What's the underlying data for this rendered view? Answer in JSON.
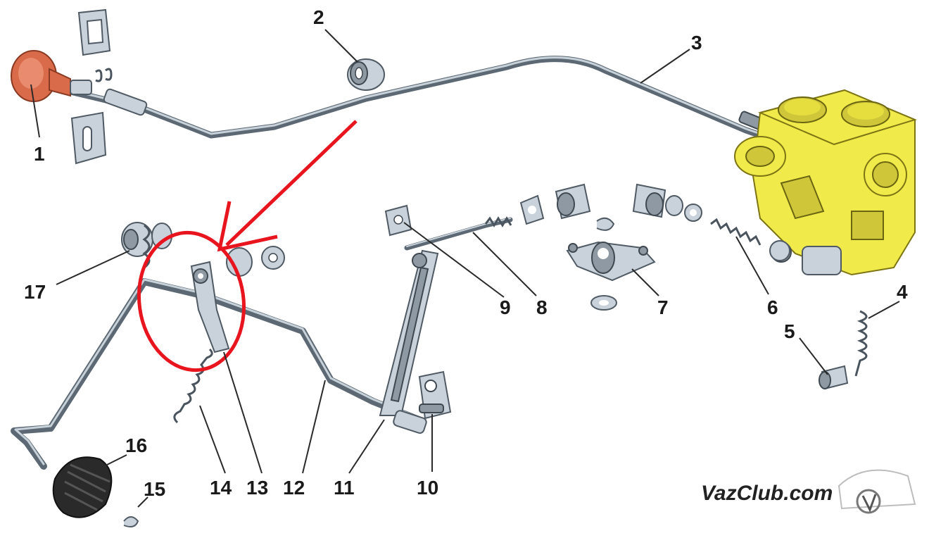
{
  "diagram": {
    "callout_labels": [
      "1",
      "2",
      "3",
      "4",
      "5",
      "6",
      "7",
      "8",
      "9",
      "10",
      "11",
      "12",
      "13",
      "14",
      "15",
      "16",
      "17"
    ],
    "watermark": "VazClub.com",
    "colors": {
      "background": "#ffffff",
      "metal": "#c9d2da",
      "metal_outline": "#4f5a64",
      "carburetor": "#f0ea4a",
      "knob": "#d96a4a",
      "highlight": "#e8141e",
      "pedal_pad": "#2a2a2a"
    }
  }
}
